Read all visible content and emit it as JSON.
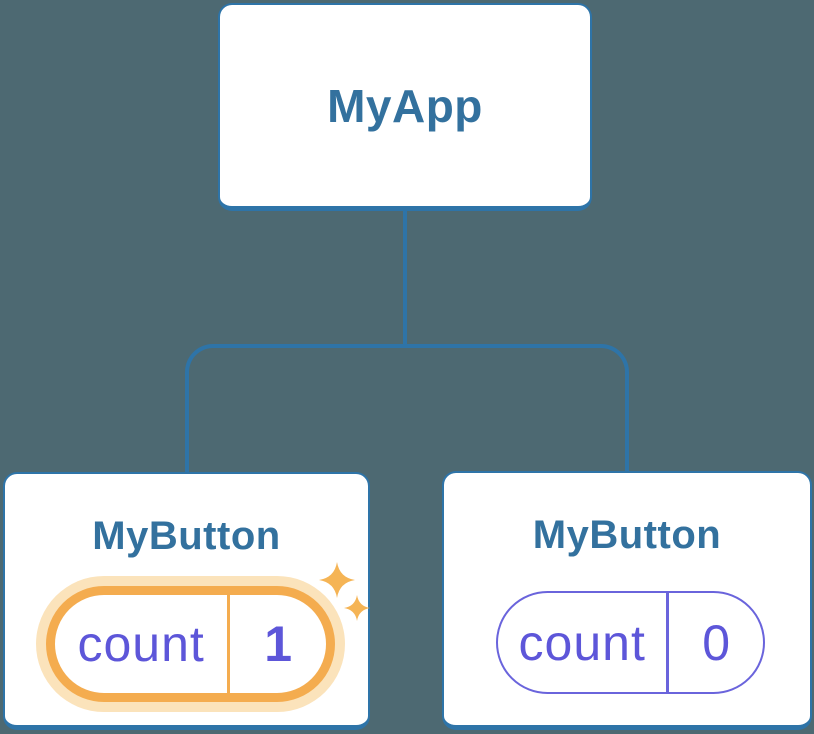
{
  "root": {
    "label": "MyApp"
  },
  "children": [
    {
      "label": "MyButton",
      "state": {
        "key": "count",
        "value": "1"
      },
      "highlighted": true
    },
    {
      "label": "MyButton",
      "state": {
        "key": "count",
        "value": "0"
      },
      "highlighted": false
    }
  ],
  "icons": {
    "sparkles": "two four-pointed sparkle stars"
  },
  "colors": {
    "background": "#4D6972",
    "node_border": "#2E74A8",
    "node_title": "#33719E",
    "connector": "#2E74A8",
    "state_text": "#5D56D9",
    "state_border": "#6A64DC",
    "highlight_ring": "#F4AC4F",
    "highlight_halo": "#FBE3BB",
    "sparkle": "#F5B455"
  }
}
